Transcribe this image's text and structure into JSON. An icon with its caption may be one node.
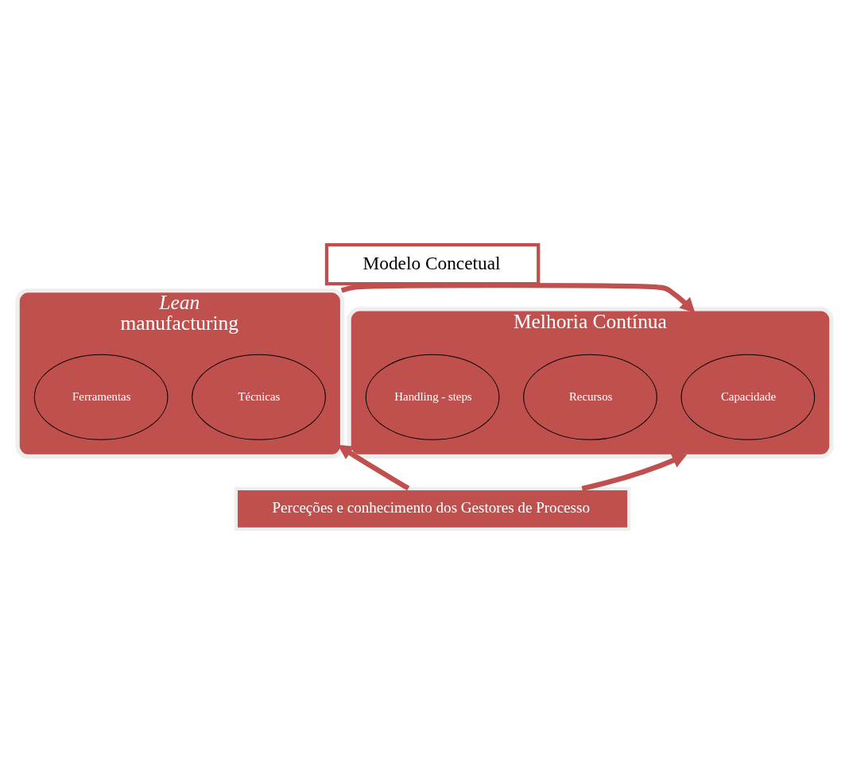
{
  "diagram": {
    "nodes": [
      {
        "text": [
          "Modelo Concetual"
        ]
      },
      {
        "text": [
          "*Lean* manufacturing"
        ]
      },
      {
        "text": [
          "Técnicas"
        ],
        "in": 1
      },
      {
        "text": [
          "Ferramentas"
        ],
        "in": 1
      },
      {
        "text": [
          "Melhoria Contínua"
        ]
      },
      {
        "text": [
          "Capacidade"
        ],
        "in": 4
      },
      {
        "text": [
          "Recursos"
        ],
        "in": 4
      },
      {
        "text": [
          "Handling - steps"
        ],
        "in": 4
      },
      {
        "text": [
          "Perceções e conhecimento dos Gestores de Processo"
        ]
      }
    ],
    "edges": [
      {
        "from": 1,
        "to": 4,
        "arrow": "to"
      },
      {
        "from": 8,
        "to": 1,
        "arrow": "to"
      },
      {
        "from": 8,
        "to": 4,
        "arrow": "to"
      }
    ]
  }
}
